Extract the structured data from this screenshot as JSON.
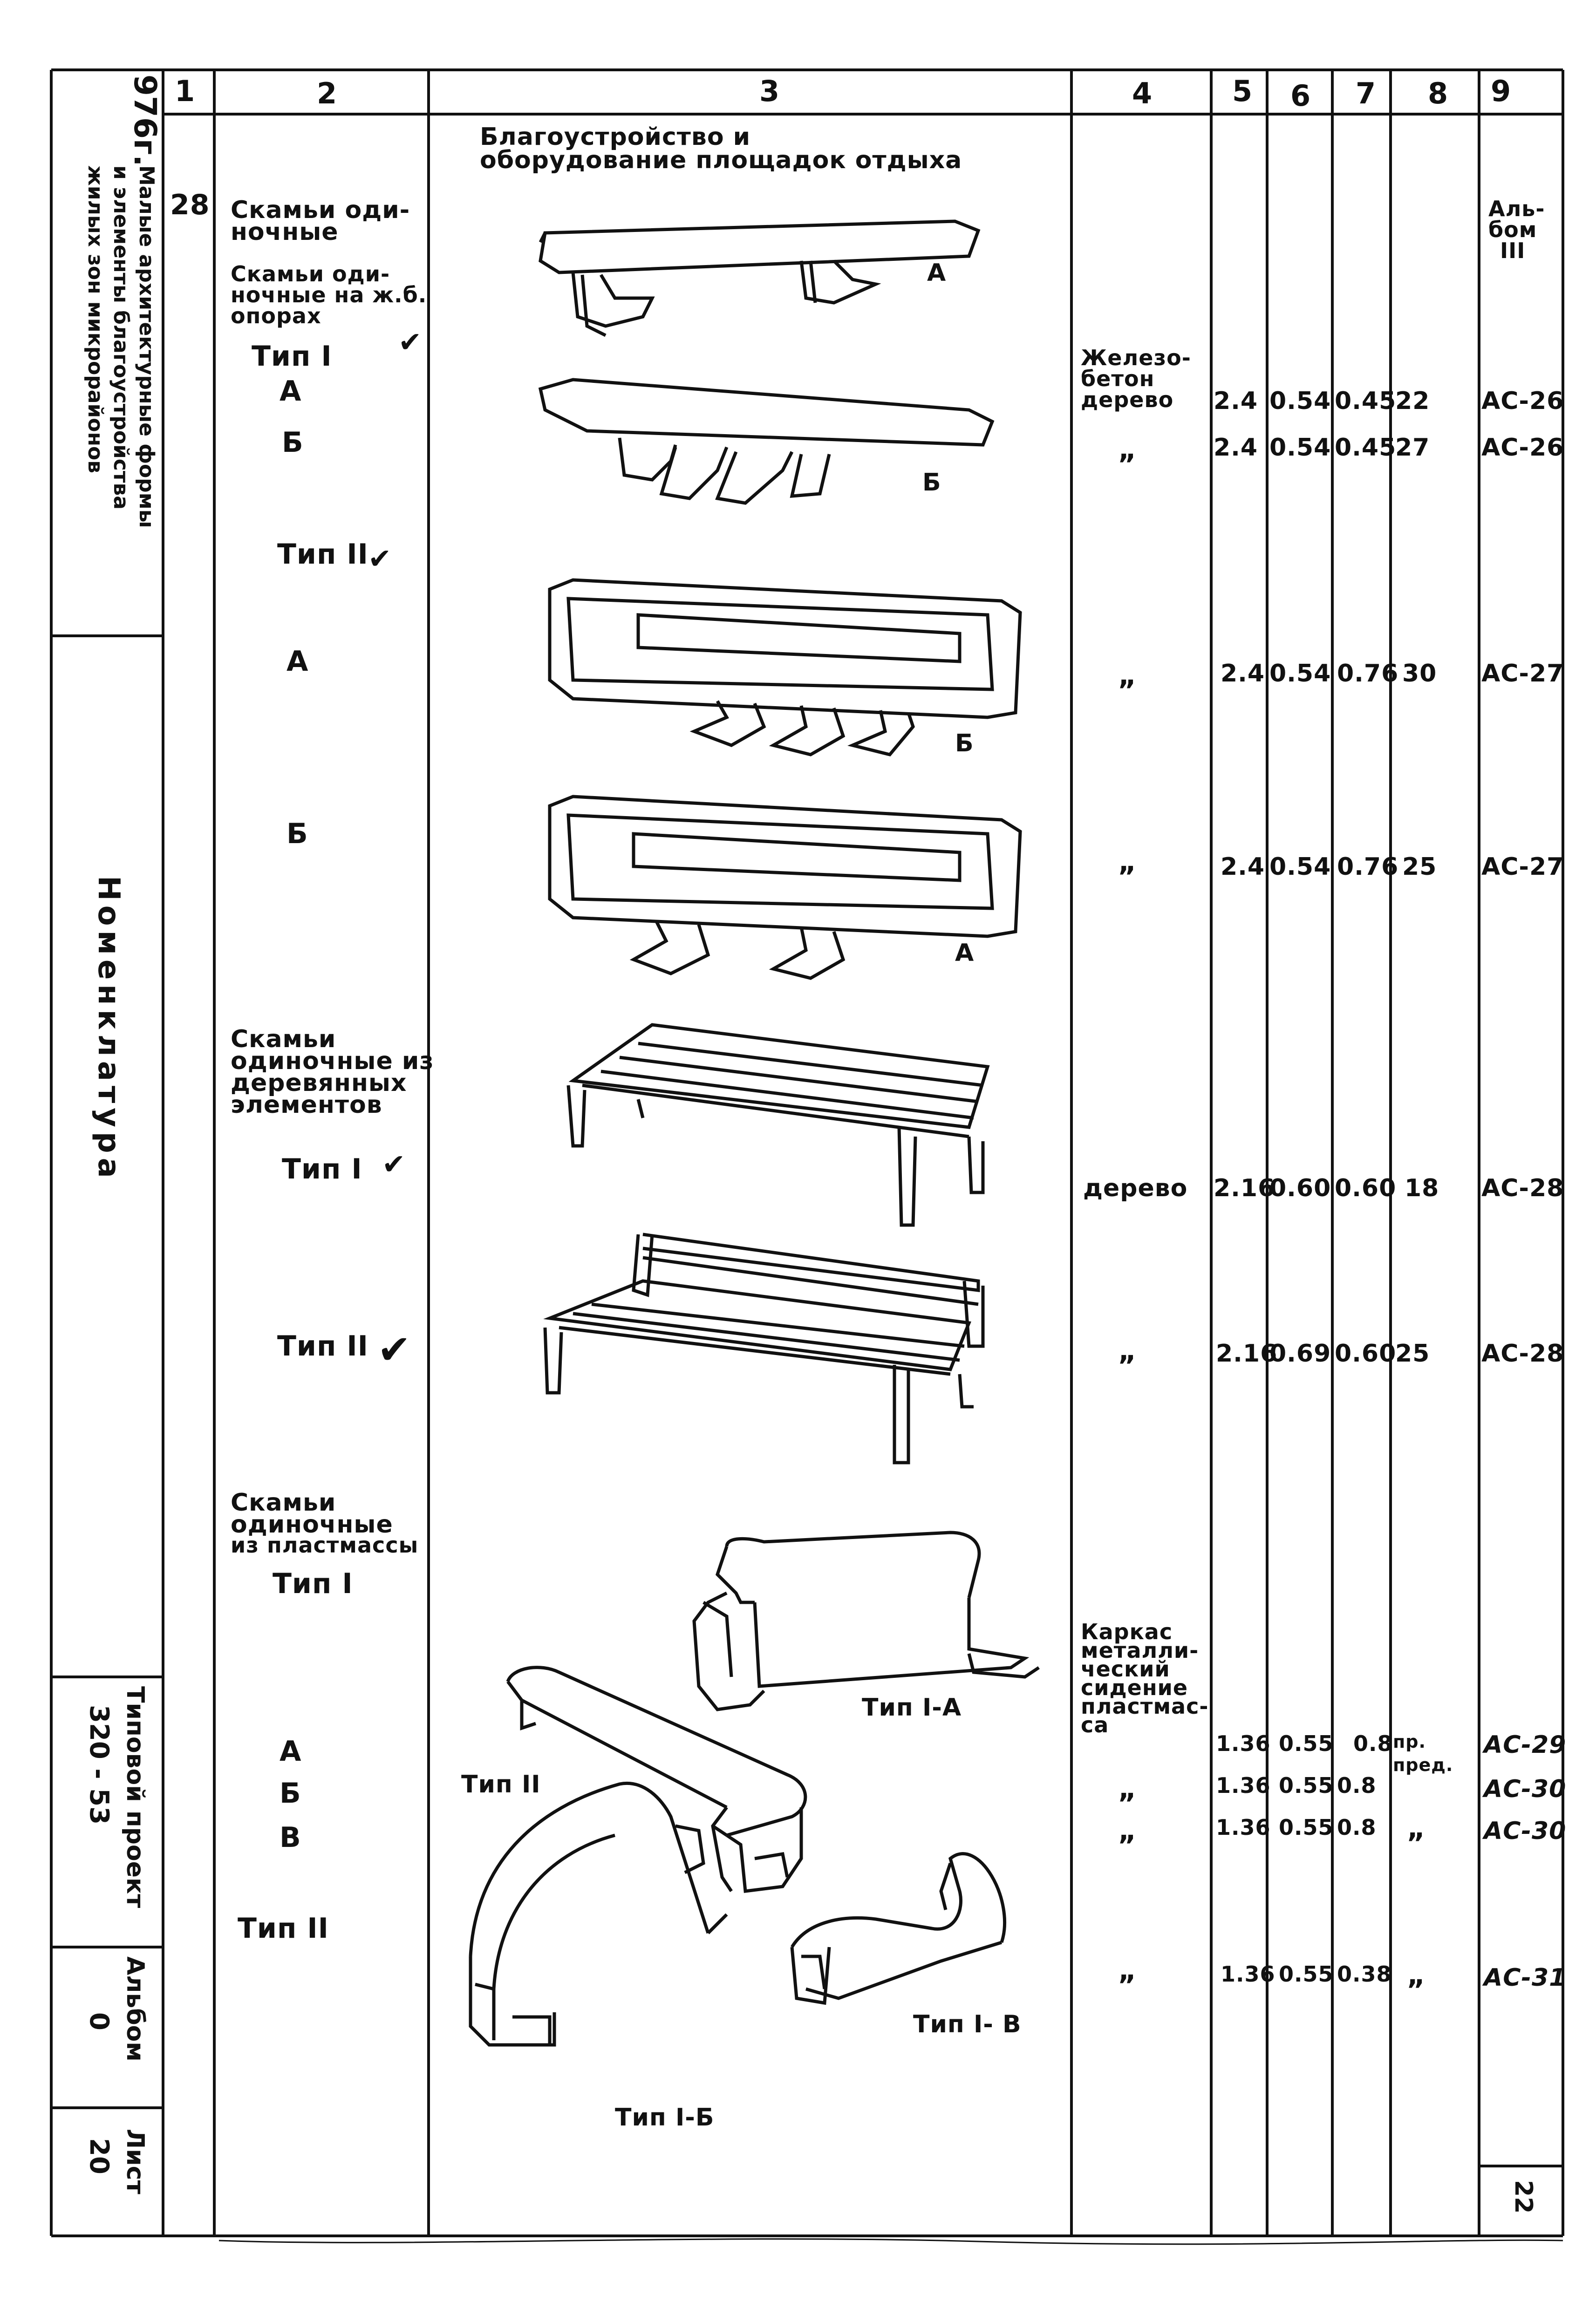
{
  "header": {
    "cols": [
      "1",
      "2",
      "3",
      "4",
      "5",
      "6",
      "7",
      "8",
      "9"
    ]
  },
  "sidebar": {
    "year": "976г.",
    "title_lines": [
      "Малые архитектурные формы",
      "и элементы благоустройства",
      "жилых зон микрорайонов"
    ],
    "nomenclature": "Номенклатура",
    "project_label": "Типовой проект",
    "project_number": "320 - 53",
    "album_label": "Альбом",
    "album_value": "0",
    "sheet_label": "Лист",
    "sheet_value": "20"
  },
  "section": {
    "number": "28",
    "title_lines": [
      "Благоустройство и",
      "оборудование площадок отдыха"
    ]
  },
  "album_ref": [
    "Аль-",
    "бом",
    "III"
  ],
  "items": {
    "single_benches": [
      "Скамьи оди-",
      "ночные"
    ],
    "rc_supports": [
      "Скамьи оди-",
      "ночные нa ж.б.",
      "опорах"
    ],
    "type1": "Тип I",
    "a1": "А",
    "b1": "Б",
    "type2": "Тип II",
    "a2": "А",
    "b2": "Б",
    "wood_benches": [
      "Скамьи",
      "одиночные из",
      "деревянных",
      "элементов"
    ],
    "wood_type1": "Тип I",
    "wood_type2": "Тип II",
    "plastic_benches": [
      "Скамьи",
      "одиночные",
      "из пластмассы"
    ],
    "plastic_type1": "Тип I",
    "pa": "А",
    "pb": "Б",
    "pv": "В",
    "plastic_type2": "Тип II",
    "check": "✔"
  },
  "drawing_labels": {
    "bench_a": "А",
    "bench_b": "Б",
    "bench_b2": "Б",
    "bench_a2": "А",
    "type1a": "Тип I-А",
    "type2": "Тип II",
    "type1b": "Тип I-Б",
    "type1v": "Тип I- В"
  },
  "rows": [
    {
      "material": [
        "Железо-",
        "бетон",
        "дерево"
      ],
      "c5": "2.4",
      "c6": "0.54",
      "c7": "0.45",
      "c8": "22",
      "c9": "АС-26"
    },
    {
      "material": [
        "„"
      ],
      "c5": "2.4",
      "c6": "0.54",
      "c7": "0.45",
      "c8": "27",
      "c9": "АС-26"
    },
    {
      "material": [
        "„"
      ],
      "c5": "2.4",
      "c6": "0.54",
      "c7": "0.76",
      "c8": "30",
      "c9": "АС-27"
    },
    {
      "material": [
        "„"
      ],
      "c5": "2.4",
      "c6": "0.54",
      "c7": "0.76",
      "c8": "25",
      "c9": "АС-27"
    },
    {
      "material": [
        "дерево"
      ],
      "c5": "2.16",
      "c6": "0.60",
      "c7": "0.60",
      "c8": "18",
      "c9": "АС-28"
    },
    {
      "material": [
        "„"
      ],
      "c5": "2.16",
      "c6": "0.69",
      "c7": "0.60",
      "c8": "25",
      "c9": "АС-28"
    },
    {
      "material": [
        "Каркас",
        "металли-",
        "ческий",
        "сидение",
        "пластмас-",
        "са"
      ],
      "c5": "1.36",
      "c6": "0.55",
      "c7": "0.8",
      "c8": "пр.",
      "c9": "АС-29"
    },
    {
      "material": [
        "„"
      ],
      "c5": "1.36",
      "c6": "0.55",
      "c7": "0.8",
      "c8": "пред.",
      "c9": "АС-30"
    },
    {
      "material": [
        "„"
      ],
      "c5": "1.36",
      "c6": "0.55",
      "c7": "0.8",
      "c8": "„",
      "c9": "АС-30"
    },
    {
      "material": [
        "„"
      ],
      "c5": "1.36",
      "c6": "0.55",
      "c7": "0.38",
      "c8": "„",
      "c9": "АС-31"
    }
  ],
  "page_number": "22"
}
